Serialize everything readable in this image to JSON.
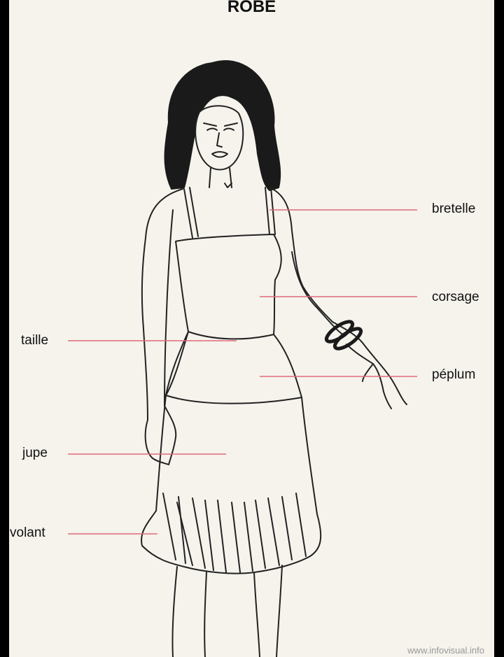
{
  "title": "ROBE",
  "labels": {
    "bretelle": "bretelle",
    "corsage": "corsage",
    "taille": "taille",
    "peplum": "péplum",
    "jupe": "jupe",
    "volant": "volant"
  },
  "watermark": "www.infovisual.info",
  "colors": {
    "leader_line": "#e06a7a",
    "line_art": "#222222",
    "hair": "#1a1a1a",
    "paper": "#f5f3ec"
  }
}
